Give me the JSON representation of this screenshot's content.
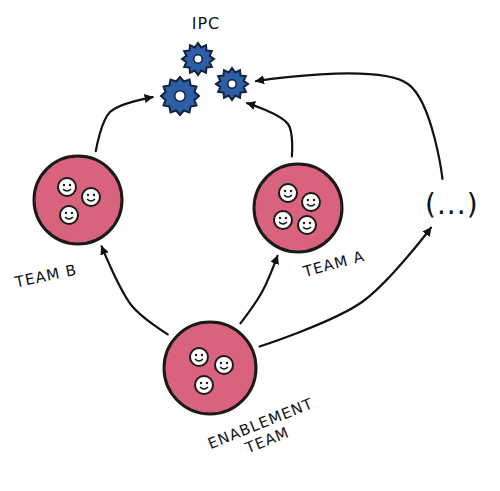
{
  "diagram": {
    "nodes": [
      {
        "text": [
          "IPC"
        ]
      },
      {
        "text": [
          "TEAM B"
        ]
      },
      {
        "text": [
          "TEAM A"
        ]
      },
      {
        "text": [
          "(...)"
        ]
      },
      {
        "text": [
          "ENABLEMENT TEAM"
        ]
      }
    ],
    "edges": [
      {
        "from": 4,
        "to": 1,
        "arrow": "to"
      },
      {
        "from": 4,
        "to": 2,
        "arrow": "to"
      },
      {
        "from": 4,
        "to": 3,
        "arrow": "to"
      },
      {
        "from": 1,
        "to": 0,
        "arrow": "to"
      },
      {
        "from": 2,
        "to": 0,
        "arrow": "to"
      },
      {
        "from": 3,
        "to": 0,
        "arrow": "to"
      }
    ]
  }
}
